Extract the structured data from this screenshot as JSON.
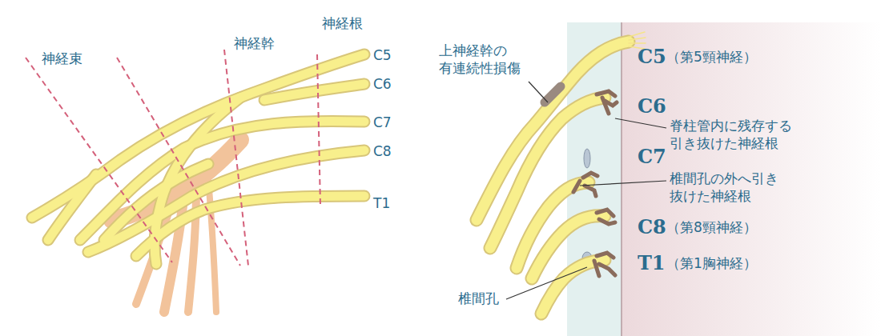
{
  "diagram": {
    "labels": [
      "神経束",
      "神経幹",
      "神経根",
      "C5",
      "C6",
      "C7",
      "C8",
      "T1",
      "上神経幹の 有連続性損傷",
      "C5",
      "（第5頸神経）",
      "C6",
      "脊柱管内に残存する 引き抜けた神経根",
      "C7",
      "椎間孔の外へ引き 抜けた神経根",
      "C8",
      "（第8頸神経）",
      "T1",
      "（第1胸神経）",
      "椎間孔"
    ]
  }
}
